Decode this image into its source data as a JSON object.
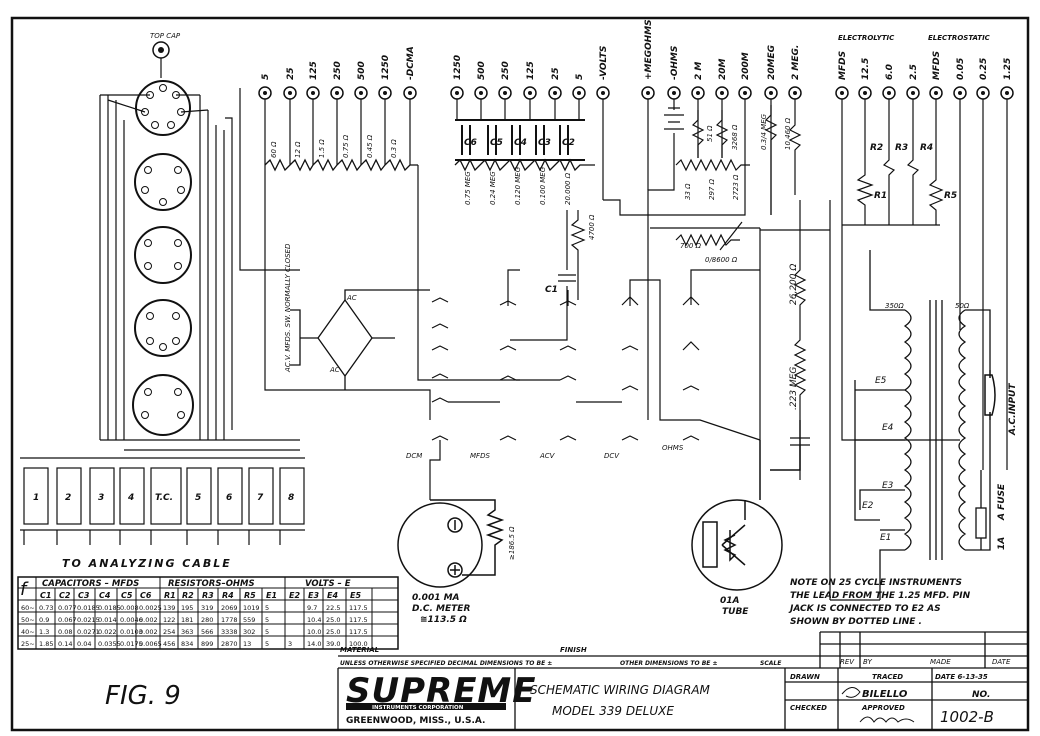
{
  "terminals_left": [
    "5",
    "25",
    "125",
    "250",
    "500",
    "1250",
    "-DCMA"
  ],
  "terminals_cap": [
    "1250",
    "500",
    "250",
    "125",
    "25",
    "5",
    "-VOLTS"
  ],
  "terminals_ohm": [
    "+MEGOHMS",
    "-OHMS",
    "2 M",
    "20M",
    "200M",
    "20MEG",
    "2 MEG."
  ],
  "terminals_right": [
    "MFDS",
    "12.5",
    "6.0",
    "2.5",
    "MFDS",
    "0.05",
    "0.25",
    "1.25"
  ],
  "headers": {
    "electrolytic": "ELECTROLYTIC",
    "electrostatic": "ELECTROSTATIC"
  },
  "top_cap": "TOP CAP",
  "shunts": [
    "60 Ω",
    "12 Ω",
    "1.5 Ω",
    "0.75 Ω",
    "0.45 Ω",
    "0.3 Ω"
  ],
  "cap_labels": [
    "C6",
    "C5",
    "C4",
    "C3",
    "C2"
  ],
  "cap_values": [
    "0.75 MEG",
    "0.24 MEG",
    "0.120 MEG",
    "0.100 MEG",
    "20.000 Ω"
  ],
  "ohm_resistors": [
    "33 Ω",
    "297 Ω",
    "51 Ω",
    "3268 Ω",
    "2723 Ω"
  ],
  "res_right": [
    "R2",
    "R3",
    "R4",
    "R1",
    "R5"
  ],
  "misc_labels": {
    "r4700": "4700 Ω",
    "c1": "C1",
    "r700": "700 Ω",
    "r0_8600": "0/8600 Ω",
    "r26200": "26,200 Ω",
    "r223meg": ".223 MEG",
    "r0_3meg": "0.3/4 MEG",
    "r10460": "10,460 Ω",
    "acv_switch": "AC.V. MFDS. SW. NORMALLY CLOSED",
    "ac": "AC",
    "r350": "350Ω",
    "r50": "50Ω",
    "e5": "E5",
    "e4": "E4",
    "e3": "E3",
    "e2": "E2",
    "e1": "E1",
    "ac_input": "A.C.INPUT",
    "fuse": "A FUSE",
    "fuse_rating": "1A",
    "meter_r": "≥186.5 Ω",
    "meter_1": "0.001 MA",
    "meter_2": "D.C. METER",
    "meter_3": "≅113.5 Ω",
    "tube_1": "01A",
    "tube_2": "TUBE",
    "dcm": "DCM",
    "mfds": "MFDS",
    "acv": "ACV",
    "dcv": "DCV",
    "ohms": "OHMS",
    "analyzing": "TO ANALYZING CABLE"
  },
  "switch_labels": [
    "1",
    "2",
    "3",
    "4",
    "T.C.",
    "5",
    "6",
    "7",
    "8"
  ],
  "note": [
    "NOTE  ON 25 CYCLE INSTRUMENTS",
    "THE LEAD FROM THE 1.25 MFD. PIN",
    "JACK IS CONNECTED TO E2 AS",
    "SHOWN BY DOTTED LINE ."
  ],
  "table": {
    "f": "f",
    "cap_head": "CAPACITORS – MFDS",
    "res_head": "RESISTORS–OHMS",
    "volt_head": "VOLTS – E",
    "cols": [
      "C1",
      "C2",
      "C3",
      "C4",
      "C5",
      "C6",
      "R1",
      "R2",
      "R3",
      "R4",
      "R5",
      "E1",
      "E2",
      "E3",
      "E4",
      "E5"
    ],
    "rows": [
      [
        "60~",
        "0.73",
        "0.077",
        "0.0185",
        "0.0185",
        "0.008",
        "0.0025",
        "139",
        "195",
        "319",
        "2069",
        "1019",
        "5",
        "",
        "9.7",
        "22.5",
        "117.5"
      ],
      [
        "50~",
        "0.9",
        "0.067",
        "0.0215",
        "0.014",
        "0.0046",
        "0.002",
        "122",
        "181",
        "280",
        "1778",
        "559",
        "5",
        "",
        "10.4",
        "25.0",
        "117.5"
      ],
      [
        "40~",
        "1.3",
        "0.08",
        "0.0271",
        "0.022",
        "0.0103",
        "0.002",
        "254",
        "363",
        "566",
        "3338",
        "302",
        "5",
        "",
        "10.0",
        "25.0",
        "117.5"
      ],
      [
        "25~",
        "1.85",
        "0.14",
        "0.04",
        "0.0355",
        "0.0175",
        "0.0065",
        "456",
        "834",
        "899",
        "2870",
        "13",
        "5",
        "3",
        "14.0",
        "39.0",
        "100.0"
      ]
    ]
  },
  "fig": "FIG. 9",
  "footer": {
    "material": "MATERIAL",
    "finish": "FINISH",
    "tolerance": "UNLESS OTHERWISE SPECIFIED DECIMAL DIMENSIONS TO BE ±",
    "other": "OTHER DIMENSIONS TO BE ±",
    "scale": "SCALE",
    "logo": "SUPREME",
    "logo_sub": "INSTRUMENTS CORPORATION",
    "logo_city": "GREENWOOD, MISS., U.S.A.",
    "title1": "SCHEMATIC WIRING DIAGRAM",
    "title2": "MODEL 339 DELUXE",
    "drawn": "DRAWN",
    "traced": "TRACED",
    "date": "DATE",
    "date_val": "DATE 6-13-35",
    "no": "NO.",
    "checked": "CHECKED",
    "approved": "APPROVED",
    "tracer": "BILELLO",
    "number": "1002-B",
    "rev": "REV",
    "by": "BY",
    "made": "MADE",
    "date2": "DATE"
  }
}
